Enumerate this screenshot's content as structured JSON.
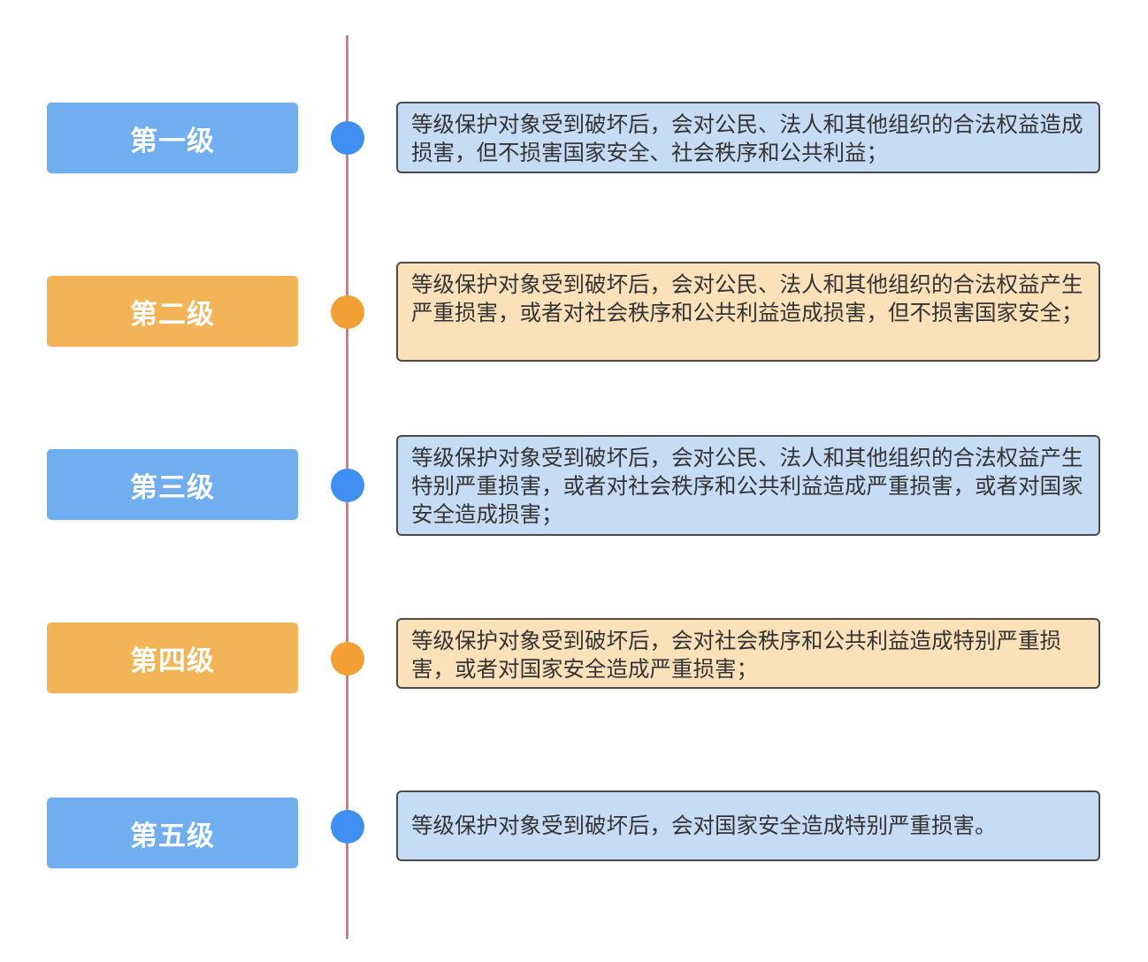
{
  "levels": [
    {
      "label": "第一级",
      "description": "等级保护对象受到破坏后，会对公民、法人和其他组织的合法权益造成损害，但不损害国家安全、社会秩序和公共利益；"
    },
    {
      "label": "第二级",
      "description": "等级保护对象受到破坏后，会对公民、法人和其他组织的合法权益产生严重损害，或者对社会秩序和公共利益造成损害，但不损害国家安全；"
    },
    {
      "label": "第三级",
      "description": "等级保护对象受到破坏后，会对公民、法人和其他组织的合法权益产生特别严重损害，或者对社会秩序和公共利益造成严重损害，或者对国家安全造成损害；"
    },
    {
      "label": "第四级",
      "description": "等级保护对象受到破坏后，会对社会秩序和公共利益造成特别严重损害，或者对国家安全造成严重损害；"
    },
    {
      "label": "第五级",
      "description": "等级保护对象受到破坏后，会对国家安全造成特别严重损害。"
    }
  ],
  "colors": {
    "timeline": "#d87a80",
    "blue_badge": "#70aef0",
    "orange_badge": "#f3b457",
    "blue_dot": "#3f8ff0",
    "orange_dot": "#f29f33",
    "blue_box": "#c6dcf5",
    "orange_box": "#fbe1ba",
    "box_border": "#4b4b4b"
  }
}
